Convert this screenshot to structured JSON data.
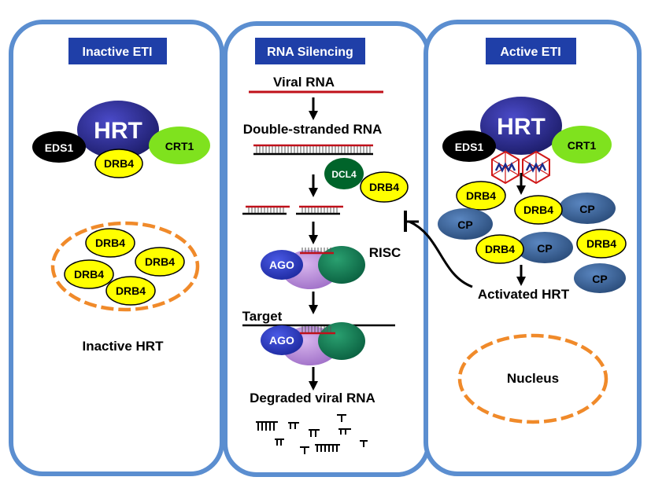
{
  "panels": {
    "left": {
      "title": "Inactive ETI",
      "complex_label": "Inactive HRT"
    },
    "middle": {
      "title": "RNA Silencing",
      "viral_rna": "Viral RNA",
      "dsrna": "Double-stranded RNA",
      "risc": "RISC",
      "target": "Target",
      "degraded": "Degraded viral RNA"
    },
    "right": {
      "title": "Active ETI",
      "activated": "Activated HRT",
      "nucleus": "Nucleus"
    }
  },
  "proteins": {
    "hrt": "HRT",
    "eds1": "EDS1",
    "crt1": "CRT1",
    "drb4": "DRB4",
    "dcl4": "DCL4",
    "ago": "AGO",
    "cp": "CP"
  },
  "colors": {
    "panel_border": "#5b8ed0",
    "title_bg": "#1f3fa8",
    "hrt": "#2f2f8f",
    "eds1": "#000000",
    "crt1": "#7fe21e",
    "drb4": "#ffff00",
    "dcl4": "#00642a",
    "ago": "#2f2fc8",
    "cp": "#3c6496",
    "nucleus": "#f08a2a",
    "rna_red": "#c0101a"
  }
}
